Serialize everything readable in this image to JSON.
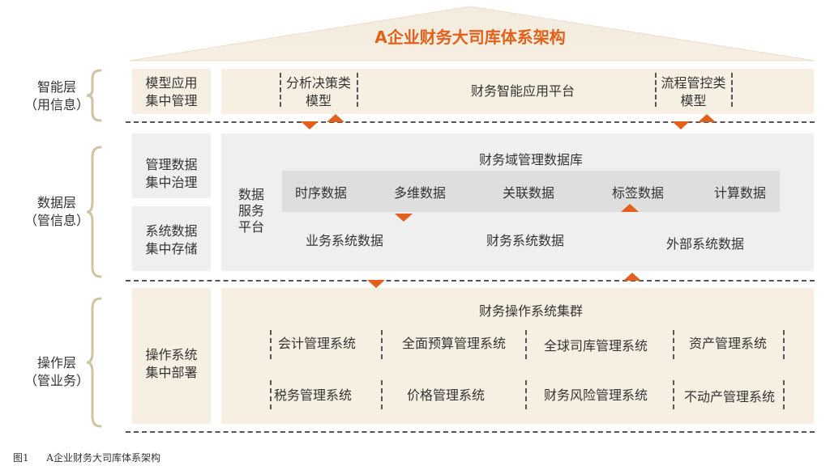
{
  "title": "A企业财务大司库体系架构",
  "caption": {
    "fig": "图1",
    "text": "A企业财务大司库体系架构"
  },
  "colors": {
    "accent": "#e2601b",
    "beige": "#f7efe2",
    "grey": "#efefef",
    "brace": "#cfc3a6",
    "title": "#e2601b"
  },
  "layers": [
    {
      "name": "智能层",
      "sub": "（用信息）"
    },
    {
      "name": "数据层",
      "sub": "（管信息）"
    },
    {
      "name": "操作层",
      "sub": "（管业务）"
    }
  ],
  "intelligence": {
    "left": [
      "模型应用",
      "集中管理"
    ],
    "model1": [
      "分析决策类",
      "模型"
    ],
    "platform": "财务智能应用平台",
    "model2": [
      "流程管控类",
      "模型"
    ]
  },
  "data_layer": {
    "left1": [
      "管理数据",
      "集中治理"
    ],
    "left2": [
      "系统数据",
      "集中存储"
    ],
    "service": [
      "数据",
      "服务",
      "平台"
    ],
    "db_title": "财务域管理数据库",
    "db_items": [
      "时序数据",
      "多维数据",
      "关联数据",
      "标签数据",
      "计算数据"
    ],
    "sources": [
      "业务系统数据",
      "财务系统数据",
      "外部系统数据"
    ]
  },
  "operation": {
    "left": [
      "操作系统",
      "集中部署"
    ],
    "cluster_title": "财务操作系统集群",
    "systems_row1": [
      "会计管理系统",
      "全面预算管理系统",
      "全球司库管理系统",
      "资产管理系统"
    ],
    "systems_row2": [
      "税务管理系统",
      "价格管理系统",
      "财务风险管理系统",
      "不动产管理系统"
    ]
  }
}
